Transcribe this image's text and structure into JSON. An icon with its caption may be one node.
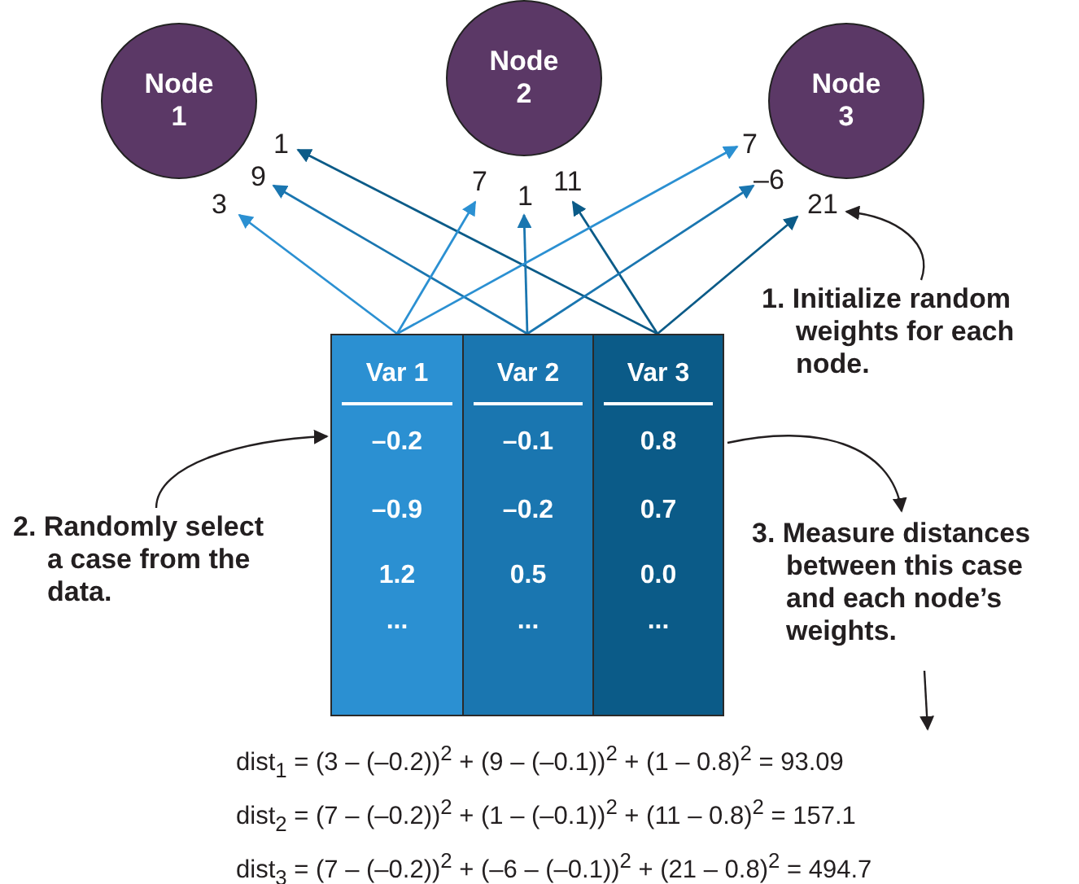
{
  "diagram": {
    "nodes": [
      {
        "text": [
          "Node 1"
        ],
        "beside": [
          "3",
          "9",
          "1"
        ]
      },
      {
        "text": [
          "Node 2"
        ],
        "beside": [
          "7",
          "1",
          "11"
        ]
      },
      {
        "text": [
          "Node 3"
        ],
        "beside": [
          "7",
          "–6",
          "21"
        ]
      },
      {
        "text": [
          "Var 1",
          "–0.2",
          "–0.9",
          "1.2",
          "..."
        ]
      },
      {
        "text": [
          "Var 2",
          "–0.1",
          "–0.2",
          "0.5",
          "..."
        ]
      },
      {
        "text": [
          "Var 3",
          "0.8",
          "0.7",
          "0.0",
          "..."
        ]
      },
      {
        "text": [
          "1. Initialize random weights for each node."
        ]
      },
      {
        "text": [
          "2. Randomly select a case from the data."
        ]
      },
      {
        "text": [
          "3. Measure distances between this case and each node’s weights."
        ]
      },
      {
        "text": [
          "dist$_{1}$ = (3 – (–0.2))$^{2}$ + (9 – (–0.1))$^{2}$ + (1 – 0.8)$^{2}$ = 93.09",
          "dist$_{2}$ = (7 – (–0.2))$^{2}$ + (1 – (–0.1))$^{2}$ + (11 – 0.8)$^{2}$ = 157.1",
          "dist$_{3}$ = (7 – (–0.2))$^{2}$ + (–6 – (–0.1))$^{2}$ + (21 – 0.8)$^{2}$ = 494.7"
        ]
      }
    ],
    "edges": [
      {
        "from": 3,
        "to": 0,
        "arrow": "to",
        "color": "#2b90d2"
      },
      {
        "from": 4,
        "to": 0,
        "arrow": "to",
        "color": "#1a76b0"
      },
      {
        "from": 5,
        "to": 0,
        "arrow": "to",
        "color": "#0b5b88"
      },
      {
        "from": 3,
        "to": 1,
        "arrow": "to",
        "color": "#2b90d2"
      },
      {
        "from": 4,
        "to": 1,
        "arrow": "to",
        "color": "#1a76b0"
      },
      {
        "from": 5,
        "to": 1,
        "arrow": "to",
        "color": "#0b5b88"
      },
      {
        "from": 3,
        "to": 2,
        "arrow": "to",
        "color": "#2b90d2"
      },
      {
        "from": 4,
        "to": 2,
        "arrow": "to",
        "color": "#1a76b0"
      },
      {
        "from": 5,
        "to": 2,
        "arrow": "to",
        "color": "#0b5b88"
      },
      {
        "from": 6,
        "to": 2,
        "arrow": "to"
      },
      {
        "from": 7,
        "to": 3,
        "arrow": "to"
      },
      {
        "from": 5,
        "to": 8,
        "arrow": "to"
      },
      {
        "from": 8,
        "to": 9,
        "arrow": "to"
      }
    ]
  }
}
